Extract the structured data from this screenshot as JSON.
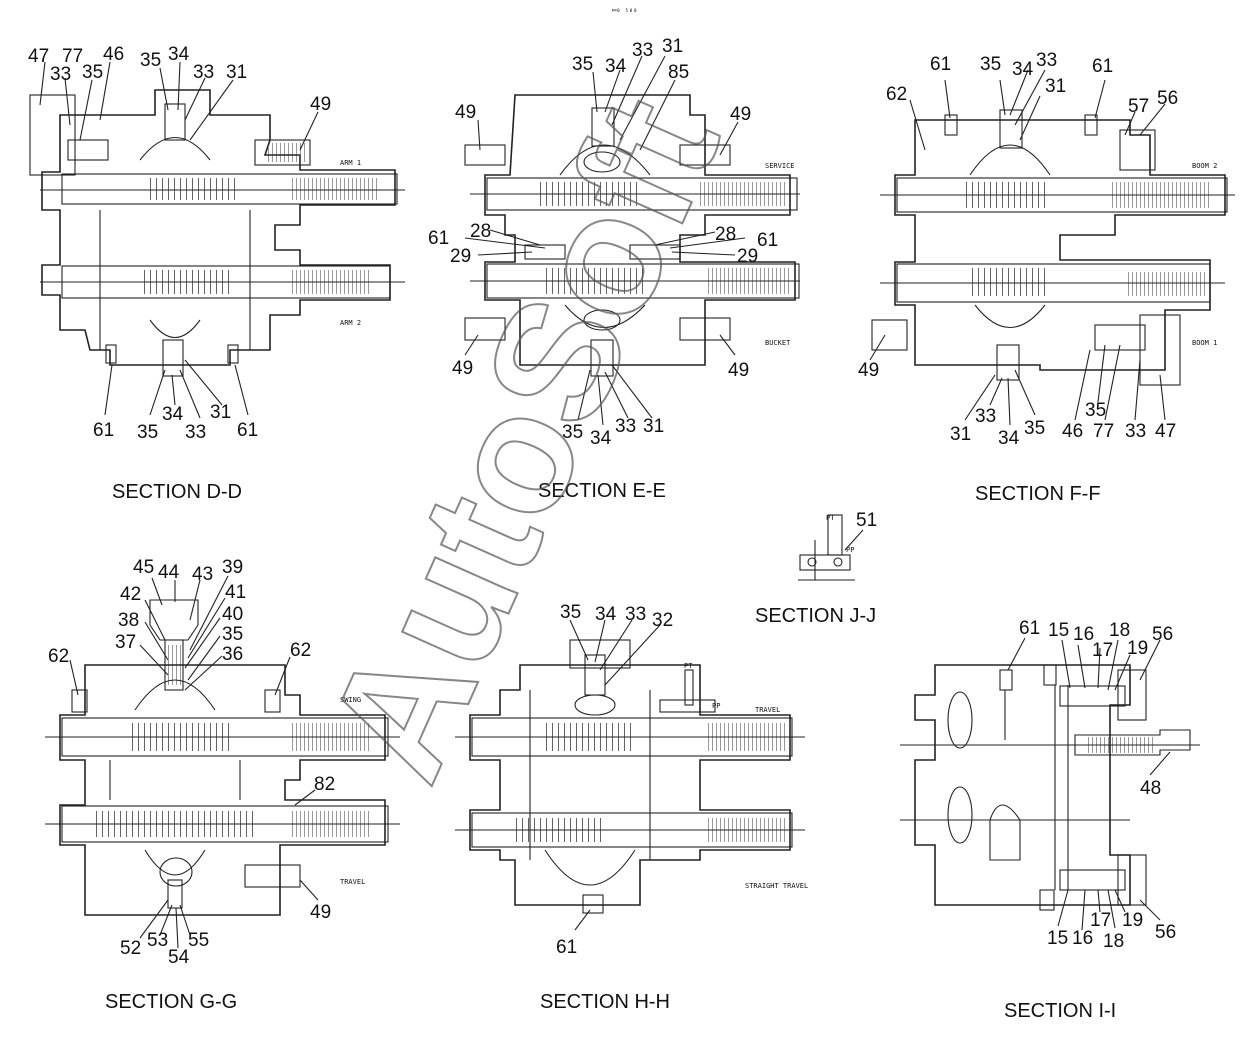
{
  "header_mark": "▭₀ ₅₀₀",
  "watermark": "AutoSoft",
  "sections": [
    {
      "id": "dd",
      "caption": "SECTION  D-D",
      "tags": [
        "ARM 1",
        "ARM 2"
      ],
      "callouts": [
        "47",
        "77",
        "46",
        "33",
        "35",
        "35",
        "34",
        "33",
        "31",
        "49",
        "61",
        "35",
        "34",
        "33",
        "31",
        "61"
      ]
    },
    {
      "id": "ee",
      "caption": "SECTION  E-E",
      "tags": [
        "SERVICE",
        "BUCKET"
      ],
      "callouts": [
        "33",
        "31",
        "35",
        "34",
        "85",
        "49",
        "49",
        "28",
        "28",
        "61",
        "61",
        "29",
        "29",
        "49",
        "49",
        "35",
        "34",
        "33",
        "31"
      ]
    },
    {
      "id": "ff",
      "caption": "SECTION  F-F",
      "tags": [
        "BOOM 2",
        "BOOM 1"
      ],
      "callouts": [
        "61",
        "35",
        "33",
        "34",
        "61",
        "31",
        "62",
        "56",
        "57",
        "49",
        "31",
        "33",
        "34",
        "35",
        "46",
        "35",
        "77",
        "33",
        "47"
      ]
    },
    {
      "id": "jj",
      "caption": "SECTION  J-J",
      "tags": [
        "PT",
        "PP"
      ],
      "callouts": [
        "51"
      ]
    },
    {
      "id": "gg",
      "caption": "SECTION  G-G",
      "tags": [
        "SWING",
        "TRAVEL"
      ],
      "callouts": [
        "45",
        "44",
        "43",
        "39",
        "42",
        "41",
        "38",
        "40",
        "37",
        "35",
        "36",
        "62",
        "62",
        "82",
        "49",
        "52",
        "53",
        "55",
        "54"
      ]
    },
    {
      "id": "hh",
      "caption": "SECTION  H-H",
      "tags": [
        "PT",
        "PP",
        "TRAVEL",
        "STRAIGHT TRAVEL"
      ],
      "callouts": [
        "35",
        "34",
        "33",
        "32",
        "61"
      ]
    },
    {
      "id": "ii",
      "caption": "SECTION  I-I",
      "tags": [],
      "callouts": [
        "61",
        "15",
        "16",
        "18",
        "56",
        "17",
        "19",
        "48",
        "15",
        "16",
        "17",
        "19",
        "18",
        "56"
      ]
    }
  ]
}
